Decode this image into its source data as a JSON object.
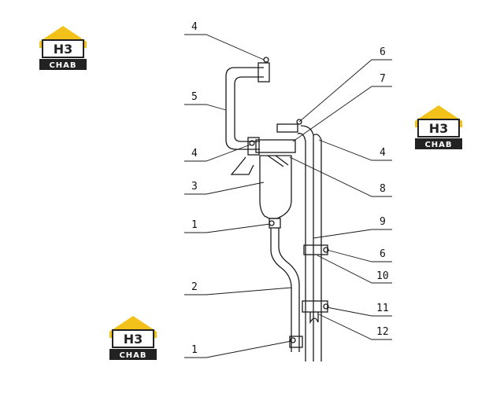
{
  "logos": [
    {
      "mark": "H3",
      "caption": "CHAB"
    },
    {
      "mark": "H3",
      "caption": "CHAB"
    },
    {
      "mark": "H3",
      "caption": "CHAB"
    }
  ],
  "callouts": {
    "left": [
      "4",
      "5",
      "4",
      "3",
      "1",
      "2",
      "1"
    ],
    "right": [
      "6",
      "7",
      "4",
      "8",
      "9",
      "6",
      "10",
      "11",
      "12"
    ]
  },
  "colors": {
    "line": "#1a1a1a",
    "logo_yellow": "#f2c21b",
    "logo_dark": "#222222"
  }
}
